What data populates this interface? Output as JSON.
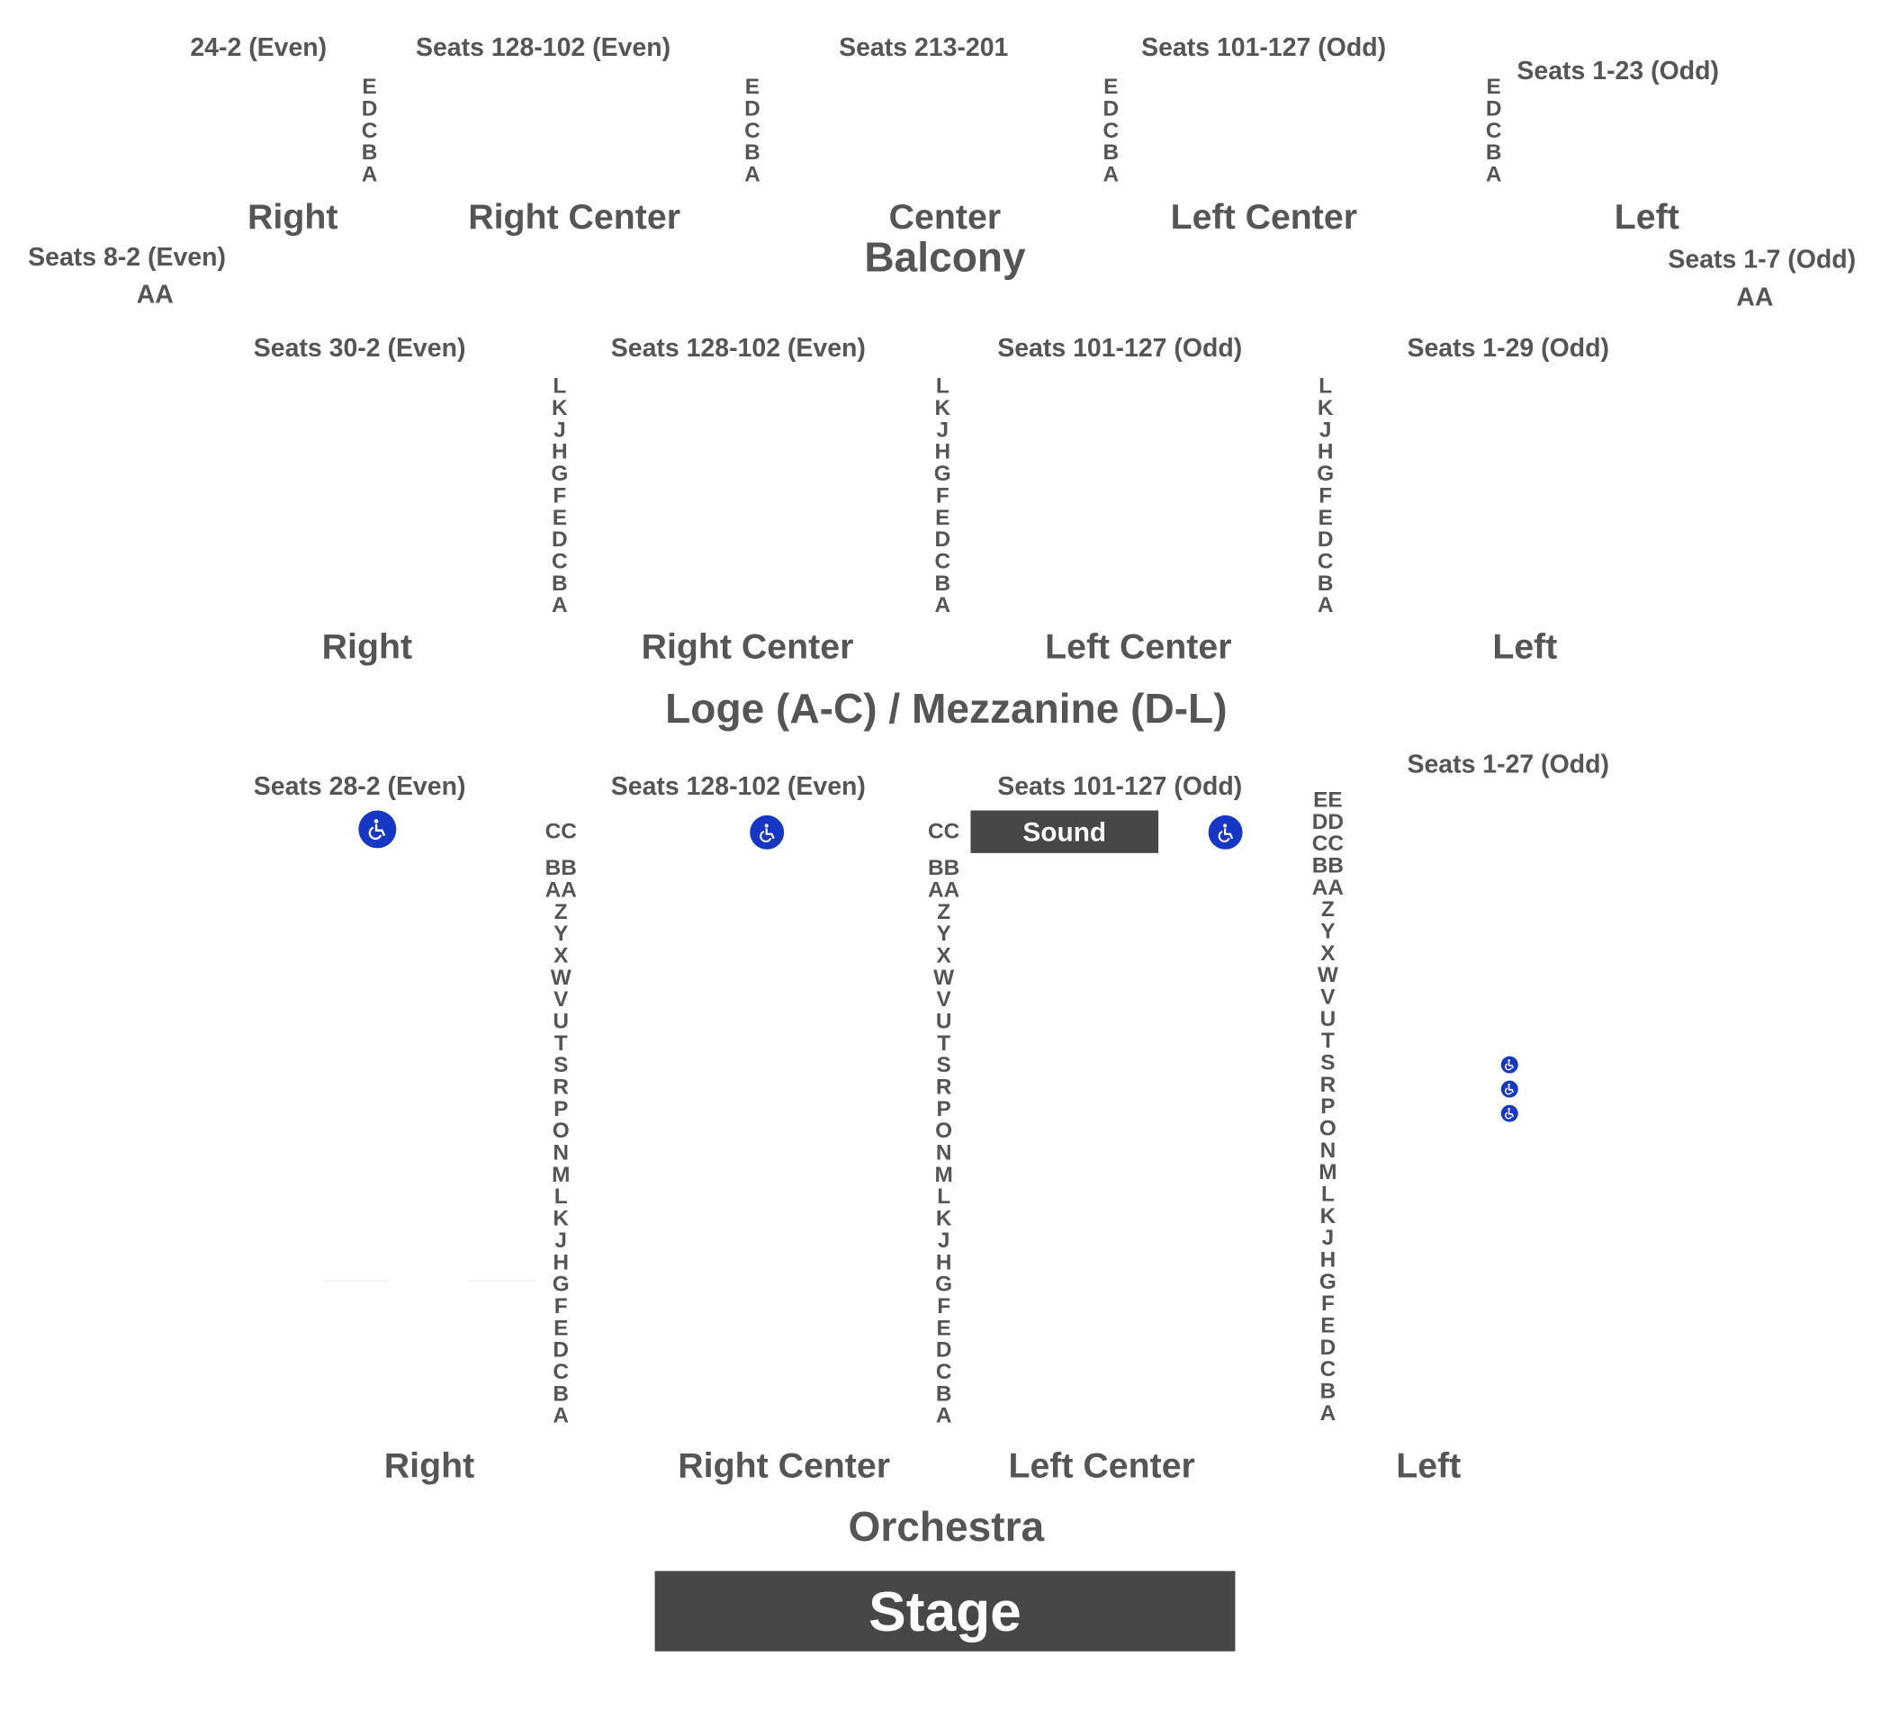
{
  "balcony": {
    "level": "Balcony",
    "seat_labels": [
      "24-2 (Even)",
      "Seats 128-102 (Even)",
      "Seats 213-201",
      "Seats 101-127 (Odd)",
      "Seats 1-23 (Odd)",
      "Seats 8-2 (Even)",
      "Seats 1-7 (Odd)"
    ],
    "sections": [
      "Right",
      "Right Center",
      "Center",
      "Left Center",
      "Left"
    ],
    "aa_left": "AA",
    "aa_right": "AA",
    "rows": [
      "E",
      "D",
      "C",
      "B",
      "A"
    ]
  },
  "mezzanine": {
    "level": "Loge (A-C) / Mezzanine (D-L)",
    "seat_labels": [
      "Seats 30-2 (Even)",
      "Seats 128-102 (Even)",
      "Seats 101-127 (Odd)",
      "Seats 1-29 (Odd)"
    ],
    "sections": [
      "Right",
      "Right Center",
      "Left Center",
      "Left"
    ],
    "rows": [
      "L",
      "K",
      "J",
      "H",
      "G",
      "F",
      "E",
      "D",
      "C",
      "B",
      "A"
    ]
  },
  "orchestra": {
    "level": "Orchestra",
    "seat_labels": [
      "Seats 28-2 (Even)",
      "Seats 128-102 (Even)",
      "Seats 101-127 (Odd)",
      "Seats 1-27 (Odd)"
    ],
    "sections": [
      "Right",
      "Right Center",
      "Left Center",
      "Left"
    ],
    "sound_label": "Sound",
    "rows_aisle": [
      "CC",
      "",
      "BB",
      "AA",
      "Z",
      "Y",
      "X",
      "W",
      "V",
      "U",
      "T",
      "S",
      "R",
      "P",
      "O",
      "N",
      "M",
      "L",
      "K",
      "J",
      "H",
      "G",
      "F",
      "E",
      "D",
      "C",
      "B",
      "A"
    ],
    "rows_left": [
      "EE",
      "DD",
      "CC",
      "BB",
      "AA",
      "Z",
      "Y",
      "X",
      "W",
      "V",
      "U",
      "T",
      "S",
      "R",
      "P",
      "O",
      "N",
      "M",
      "L",
      "K",
      "J",
      "H",
      "G",
      "F",
      "E",
      "D",
      "C",
      "B",
      "A"
    ]
  },
  "stage_label": "Stage",
  "icons": {
    "accessible": "wheelchair-icon",
    "accessible_color": "#1537c4",
    "block_color": "#474747",
    "text_color": "#555555"
  }
}
